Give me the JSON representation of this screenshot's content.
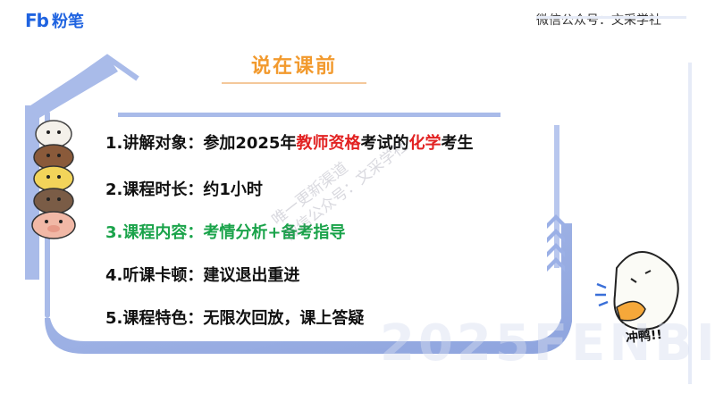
{
  "brand": {
    "badge": "Fb",
    "name": "粉笔"
  },
  "header": {
    "wechat": "微信公众号：文采学社"
  },
  "title": "说在课前",
  "items": [
    {
      "prefix": "1.讲解对象：参加2025年",
      "highlight1": "教师资格",
      "middle": "考试的",
      "highlight2": "化学",
      "suffix": "考生"
    },
    {
      "text": "2.课程时长：约1小时"
    },
    {
      "text": "3.课程内容：考情分析+备考指导"
    },
    {
      "text": "4.听课卡顿：建议退出重进"
    },
    {
      "text": "5.课程特色：无限次回放，课上答疑"
    }
  ],
  "watermark": {
    "line1": "唯一更新渠道",
    "line2": "微信公众号：文采学社"
  },
  "background_text": "2025FENBI",
  "sticker_text": "冲鸭!!",
  "colors": {
    "accent_blue": "#8fa6e0",
    "title_orange": "#f29a2e",
    "highlight_red": "#e22222",
    "green": "#1aa34a"
  }
}
